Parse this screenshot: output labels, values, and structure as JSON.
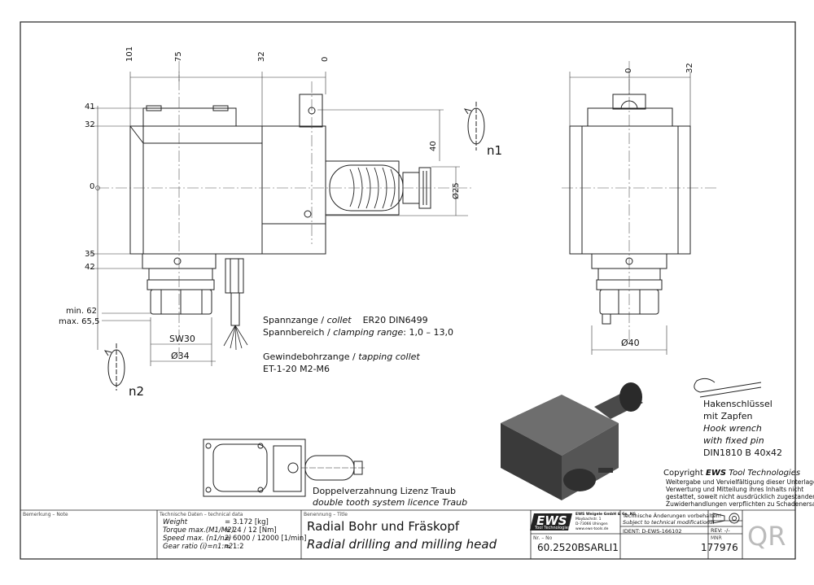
{
  "front_view": {
    "dims_top": [
      "101",
      "75",
      "32",
      "0"
    ],
    "dims_left": [
      "41",
      "32",
      "0",
      "35",
      "42"
    ],
    "min_label": "min. 62",
    "max_label": "max. 65,5",
    "sw_label": "SW30",
    "dia34_label": "Ø34",
    "dim40_label": "40",
    "dia25_label": "Ø25",
    "n1_label": "n1",
    "n2_label": "n2"
  },
  "side_view": {
    "dims_top": [
      "0",
      "32"
    ],
    "dia40_label": "Ø40"
  },
  "collet_spec": {
    "line1_de": "Spannzange /",
    "line1_en": "collet",
    "line1_val": "ER20    DIN6499",
    "line2_de": "Spannbereich /",
    "line2_en": "clamping range",
    "line2_val": ": 1,0 – 13,0",
    "line3_de": "Gewindebohrzange /",
    "line3_en": "tapping collet",
    "line4": "ET-1-20   M2-M6"
  },
  "wrench": {
    "de1": "Hakenschlüssel",
    "de2": "mit Zapfen",
    "en1": "Hook wrench",
    "en2": "with fixed pin",
    "din": "DIN1810 B 40x42"
  },
  "traub": {
    "de": "Doppelverzahnung Lizenz Traub",
    "en": "double tooth system licence Traub"
  },
  "copyright": {
    "line1_prefix": "Copyright ",
    "line1_brand": "EWS",
    "line1_suffix": " Tool Technologies",
    "line2": "Weitergabe und Vervielfältigung dieser Unterlage,",
    "line3": "Verwertung und Mitteilung ihres Inhalts nicht",
    "line4": "gestattet, soweit nicht ausdrücklich zugestanden.",
    "line5": "Zuwiderhandlungen verpflichten zu Schadenersatz."
  },
  "title_block": {
    "remark_label": "Bemerkung – Note",
    "techdata_label": "Technische Daten – technical data",
    "rows": [
      {
        "k": "Weight",
        "v": "=  3.172 [kg]"
      },
      {
        "k": "Torque max.(M1/M2)",
        "v": "=  24 / 12 [Nm]"
      },
      {
        "k": "Speed max.  (n1/n2)",
        "v": "=  6000 / 12000 [1/min]"
      },
      {
        "k": "Gear ratio   (i)=n1:n2",
        "v": "=  1:2"
      }
    ],
    "designation_label": "Benennung – Title",
    "title_de": "Radial Bohr und Fräskopf",
    "title_en": "Radial drilling and milling head",
    "logo": "EWS",
    "logo_sub": "Tool Technologies",
    "company1": "EWS Weigele GmbH & Co. KG",
    "company2": "Maybachstr. 1",
    "company3": "D-73066 Uhingen",
    "company4": "www.ews-tools.de",
    "no_label": "Nr. – No",
    "part_no": "60.2520BSARLI1",
    "changes_de": "Technische Änderungen vorbehalten!",
    "changes_en": "Subject to technical modifications!",
    "ident": "IDENT:   D-EWS-166102",
    "rev": "REV:   -/-",
    "mnr_label": "MNR",
    "mnr": "177976",
    "qr": "QR"
  }
}
